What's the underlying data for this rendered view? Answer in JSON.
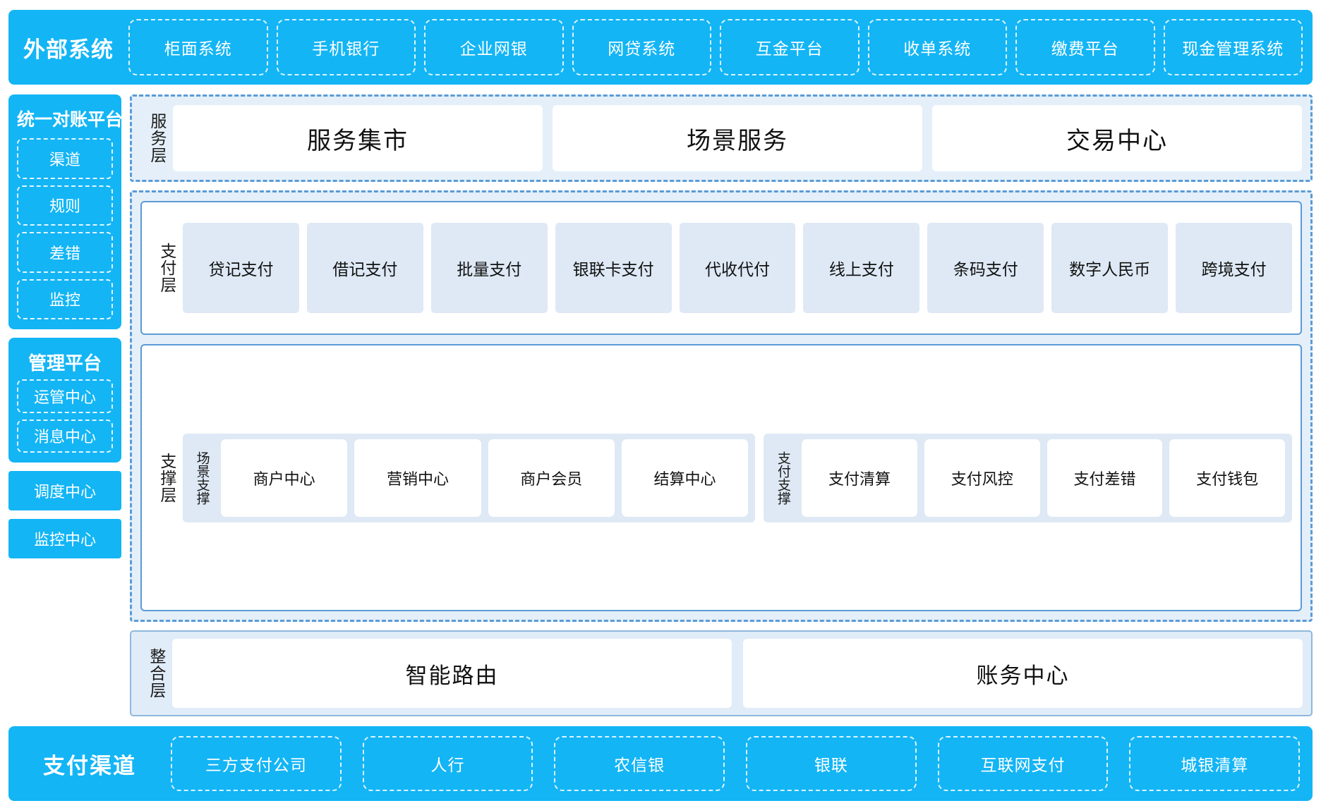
{
  "external_systems": {
    "title": "外部系统",
    "items": [
      "柜面系统",
      "手机银行",
      "企业网银",
      "网贷系统",
      "互金平台",
      "收单系统",
      "缴费平台",
      "现金管理系统"
    ]
  },
  "rail": {
    "reconciliation": {
      "title": "统一对账平台",
      "items": [
        "渠道",
        "规则",
        "差错",
        "监控"
      ]
    },
    "management": {
      "title": "管理平台",
      "items": [
        "运管中心",
        "消息中心"
      ]
    },
    "standalone": [
      "调度中心",
      "监控中心"
    ]
  },
  "service_layer": {
    "label": "服务层",
    "cards": [
      "服务集市",
      "场景服务",
      "交易中心"
    ]
  },
  "payment_layer": {
    "label": "支付层",
    "cards": [
      "贷记支付",
      "借记支付",
      "批量支付",
      "银联卡支付",
      "代收代付",
      "线上支付",
      "条码支付",
      "数字人民币",
      "跨境支付"
    ]
  },
  "support_layer": {
    "label": "支撑层",
    "scene_support": {
      "label": "场景支撑",
      "cards": [
        "商户中心",
        "营销中心",
        "商户会员",
        "结算中心"
      ]
    },
    "payment_support": {
      "label": "支付支撑",
      "cards": [
        "支付清算",
        "支付风控",
        "支付差错",
        "支付钱包"
      ]
    }
  },
  "integration_layer": {
    "label": "整合层",
    "cards": [
      "智能路由",
      "账务中心"
    ]
  },
  "payment_channels": {
    "title": "支付渠道",
    "items": [
      "三方支付公司",
      "人行",
      "农信银",
      "银联",
      "互联网支付",
      "城银清算"
    ]
  },
  "colors": {
    "brand_blue": "#13b5f5",
    "panel_blue": "#e4eff9",
    "card_blue": "#dee9f5",
    "border_blue": "#5b9bd5"
  }
}
